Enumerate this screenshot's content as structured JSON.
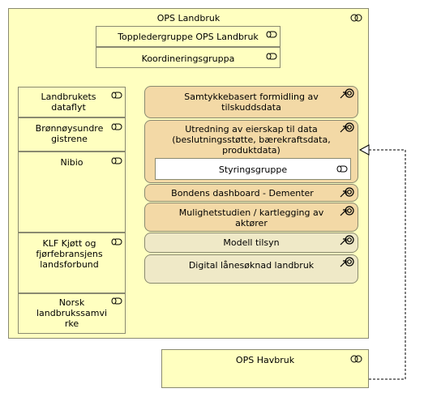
{
  "ops_landbruk": {
    "title": "OPS Landbruk",
    "icon": "collaboration-icon",
    "roles": [
      {
        "label": "Toppledergruppe OPS Landbruk",
        "icon": "role-icon"
      },
      {
        "label": "Koordineringsgruppa",
        "icon": "role-icon"
      }
    ],
    "actors": [
      {
        "label": "Landbrukets dataflyt",
        "icon": "role-icon"
      },
      {
        "label": "Brønnøysundre gistrene",
        "icon": "role-icon"
      },
      {
        "label": "Nibio",
        "icon": "role-icon"
      },
      {
        "label": "KLF Kjøtt og fjørfebransjens landsforbund",
        "icon": "role-icon"
      },
      {
        "label": "Norsk landbrukssamvi rke",
        "icon": "role-icon"
      }
    ],
    "processes": [
      {
        "label": "Samtykkebasert formidling av tilskuddsdata",
        "icon": "goal-icon"
      },
      {
        "label": "Utredning av eierskap til data (beslutningsstøtte, bærekraftsdata, produktdata)",
        "icon": "goal-icon",
        "inner": "Styringsgruppe"
      },
      {
        "label": "Bondens dashboard - Dementer",
        "icon": "goal-icon"
      },
      {
        "label": "Mulighetstudien / kartlegging av aktører",
        "icon": "goal-icon"
      },
      {
        "label": "Modell tilsyn",
        "icon": "goal-icon"
      },
      {
        "label": "Digital lånesøknad landbruk",
        "icon": "goal-icon"
      }
    ]
  },
  "ops_havbruk": {
    "title": "OPS Havbruk",
    "icon": "collaboration-icon"
  },
  "colors": {
    "group_fill": "#ffffc0",
    "process_fill": "#f3d9a6",
    "pale_fill": "#efe9c7",
    "border": "#8a8a70"
  }
}
